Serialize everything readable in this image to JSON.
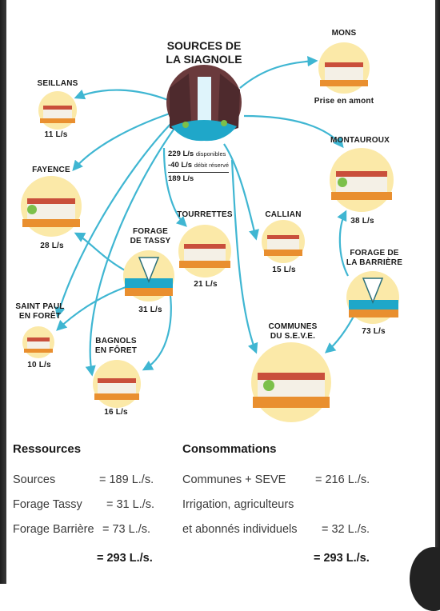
{
  "title": "SOURCES DE\nLA SIAGNOLE",
  "source_flow": {
    "available_value": "229 L/s",
    "available_label": "disponibles",
    "reserved_value": "-40 L/s",
    "reserved_label": "débit réservé",
    "net_value": "189 L/s"
  },
  "nodes": {
    "mons": {
      "name": "MONS",
      "note": "Prise en amont"
    },
    "seillans": {
      "name": "SEILLANS",
      "flow": "11 L/s"
    },
    "montauroux": {
      "name": "MONTAUROUX",
      "flow": "38 L/s"
    },
    "fayence": {
      "name": "FAYENCE",
      "flow": "28 L/s"
    },
    "tourrettes": {
      "name": "TOURRETTES",
      "flow": "21 L/s"
    },
    "callian": {
      "name": "CALLIAN",
      "flow": "15 L/s"
    },
    "forage_tassy": {
      "name": "FORAGE\nDE TASSY",
      "flow": "31 L/s"
    },
    "forage_barriere": {
      "name": "FORAGE DE\nLA BARRIÈRE",
      "flow": "73 L/s"
    },
    "saint_paul": {
      "name": "SAINT PAUL\nEN FORÊT",
      "flow": "10 L/s"
    },
    "bagnols": {
      "name": "BAGNOLS\nEN FÔRET",
      "flow": "16 L/s"
    },
    "seve": {
      "name": "COMMUNES\nDU S.E.V.E."
    }
  },
  "resources": {
    "heading": "Ressources",
    "rows": [
      {
        "label": "Sources",
        "value": "= 189 L./s."
      },
      {
        "label": "Forage Tassy",
        "value": "= 31 L./s."
      },
      {
        "label": "Forage Barrière",
        "value": "= 73 L./s."
      }
    ],
    "total": "= 293 L./s."
  },
  "consumption": {
    "heading": "Consommations",
    "rows": [
      {
        "label": "Communes + SEVE",
        "value": "= 216 L./s."
      },
      {
        "label": "Irrigation, agriculteurs",
        "value": ""
      },
      {
        "label": "et abonnés individuels",
        "value": "= 32 L./s."
      }
    ],
    "total": "= 293 L./s."
  },
  "colors": {
    "arrow": "#3fb6d2",
    "badge": "#fbe9a8",
    "roof": "#c94f3b",
    "ground": "#e98f2f",
    "water": "#1fa7c9"
  }
}
